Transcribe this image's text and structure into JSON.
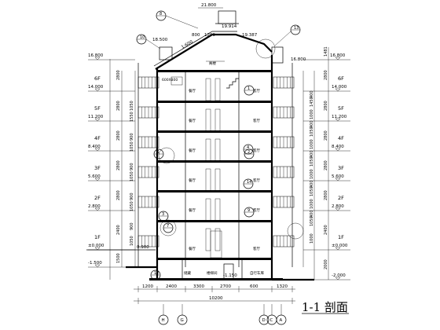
{
  "top_elevations": {
    "ridge": "21.800",
    "eave_left": "18.500",
    "roof_right": "19.387",
    "roof_mid": "19.914"
  },
  "top_dims": {
    "d1": "800",
    "d2": "1299"
  },
  "roof_slope": "1:600",
  "levels_left": [
    {
      "floor": "",
      "elev": "16.800"
    },
    {
      "floor": "6F",
      "elev": "14.000"
    },
    {
      "floor": "5F",
      "elev": "11.200"
    },
    {
      "floor": "4F",
      "elev": "8.400"
    },
    {
      "floor": "3F",
      "elev": "5.600"
    },
    {
      "floor": "2F",
      "elev": "2.800"
    },
    {
      "floor": "1F",
      "elev": "±0.000"
    },
    {
      "floor": "",
      "elev": "-1.500"
    }
  ],
  "levels_right": [
    {
      "floor": "",
      "elev": "16.800"
    },
    {
      "floor": "6F",
      "elev": "14.000"
    },
    {
      "floor": "5F",
      "elev": "11.200"
    },
    {
      "floor": "4F",
      "elev": "8.400"
    },
    {
      "floor": "3F",
      "elev": "5.600"
    },
    {
      "floor": "2F",
      "elev": "2.800"
    },
    {
      "floor": "1F",
      "elev": "±0.000"
    },
    {
      "floor": "",
      "elev": "-2.000"
    }
  ],
  "vert_dims_left": [
    "2800",
    "2800",
    "2800",
    "2800",
    "2800",
    "2400",
    "1500"
  ],
  "sub_dims_left": [
    "1050",
    "1550",
    "900",
    "1050",
    "900",
    "1050",
    "900",
    "1050",
    "900",
    "1050",
    "900",
    "1050"
  ],
  "vert_dims_right": [
    "2800",
    "2800",
    "2800",
    "2800",
    "2800",
    "2400",
    "2000"
  ],
  "sub_dims_right": [
    "400",
    "1450",
    "1000",
    "400",
    "1050",
    "1000",
    "400",
    "1050",
    "1000",
    "400",
    "1050",
    "1000",
    "400",
    "1050",
    "1000"
  ],
  "roof_dim_right": "1481",
  "misc_labels": {
    "stair_window": "600X800",
    "ground_left": "0.900",
    "basement_elev": "-1.150",
    "attic": "阁楼"
  },
  "room_labels": {
    "left": "餐厅",
    "right": "客厅",
    "basement_left": "储藏",
    "basement_stair": "楼梯间",
    "basement_room": "自行车库"
  },
  "callouts": [
    "8",
    "10",
    "13",
    "1",
    "1",
    "2",
    "9",
    "4",
    "3",
    "14",
    "7",
    "12"
  ],
  "bottom_dims": [
    "1200",
    "2400",
    "3300",
    "2700",
    "600",
    "1320"
  ],
  "total_dim": "10200",
  "axes": [
    "H",
    "G",
    "D",
    "C",
    "A"
  ],
  "title": "1-1 剖面"
}
